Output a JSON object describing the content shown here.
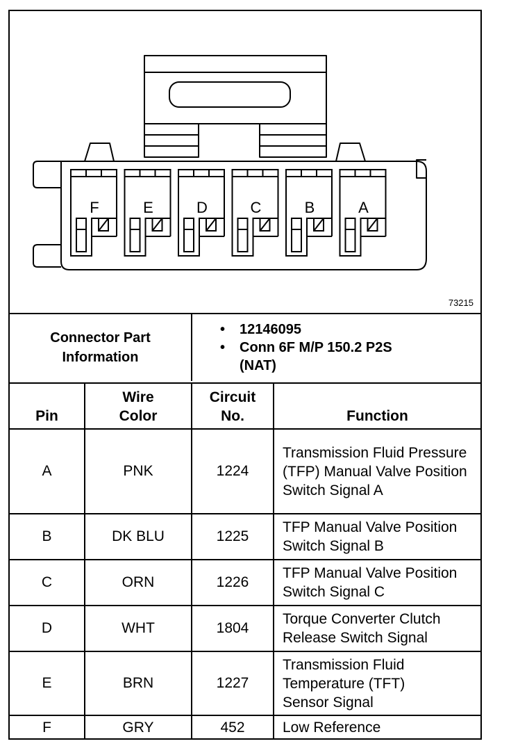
{
  "diagram": {
    "drawing_id": "73215",
    "cavity_letters": [
      "F",
      "E",
      "D",
      "C",
      "B",
      "A"
    ]
  },
  "part_info": {
    "label": "Connector Part Information",
    "items": [
      "12146095",
      "Conn 6F M/P 150.2 P2S (NAT)"
    ]
  },
  "pin_table": {
    "headers": {
      "pin": "Pin",
      "wire_color": "Wire Color",
      "circuit": "Circuit No.",
      "function": "Function"
    },
    "rows": [
      {
        "pin": "A",
        "wire_color": "PNK",
        "circuit": "1224",
        "function": "Transmission Fluid Pressure (TFP) Manual Valve Position Switch Signal A"
      },
      {
        "pin": "B",
        "wire_color": "DK BLU",
        "circuit": "1225",
        "function": "TFP Manual Valve Position Switch Signal B"
      },
      {
        "pin": "C",
        "wire_color": "ORN",
        "circuit": "1226",
        "function": "TFP Manual Valve Position Switch Signal C"
      },
      {
        "pin": "D",
        "wire_color": "WHT",
        "circuit": "1804",
        "function": "Torque Converter Clutch Release Switch Signal"
      },
      {
        "pin": "E",
        "wire_color": "BRN",
        "circuit": "1227",
        "function": "Transmission Fluid Temperature (TFT) Sensor Signal"
      },
      {
        "pin": "F",
        "wire_color": "GRY",
        "circuit": "452",
        "function": "Low Reference"
      }
    ]
  }
}
